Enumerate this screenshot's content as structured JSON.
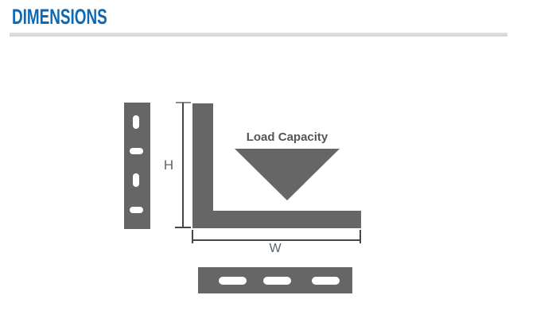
{
  "header": {
    "title": "DIMENSIONS"
  },
  "diagram": {
    "labels": {
      "load_capacity": "Load Capacity",
      "height": "H",
      "width": "W"
    }
  },
  "colors": {
    "accent_blue": "#0f68b2",
    "shape_gray": "#666666",
    "divider_gray": "#d9d9d9",
    "dimension_line": "#474747",
    "dimension_label_gray": "#5a646e",
    "annotation_text_gray": "#555555",
    "slot_white": "#ffffff",
    "background": "#ffffff"
  }
}
